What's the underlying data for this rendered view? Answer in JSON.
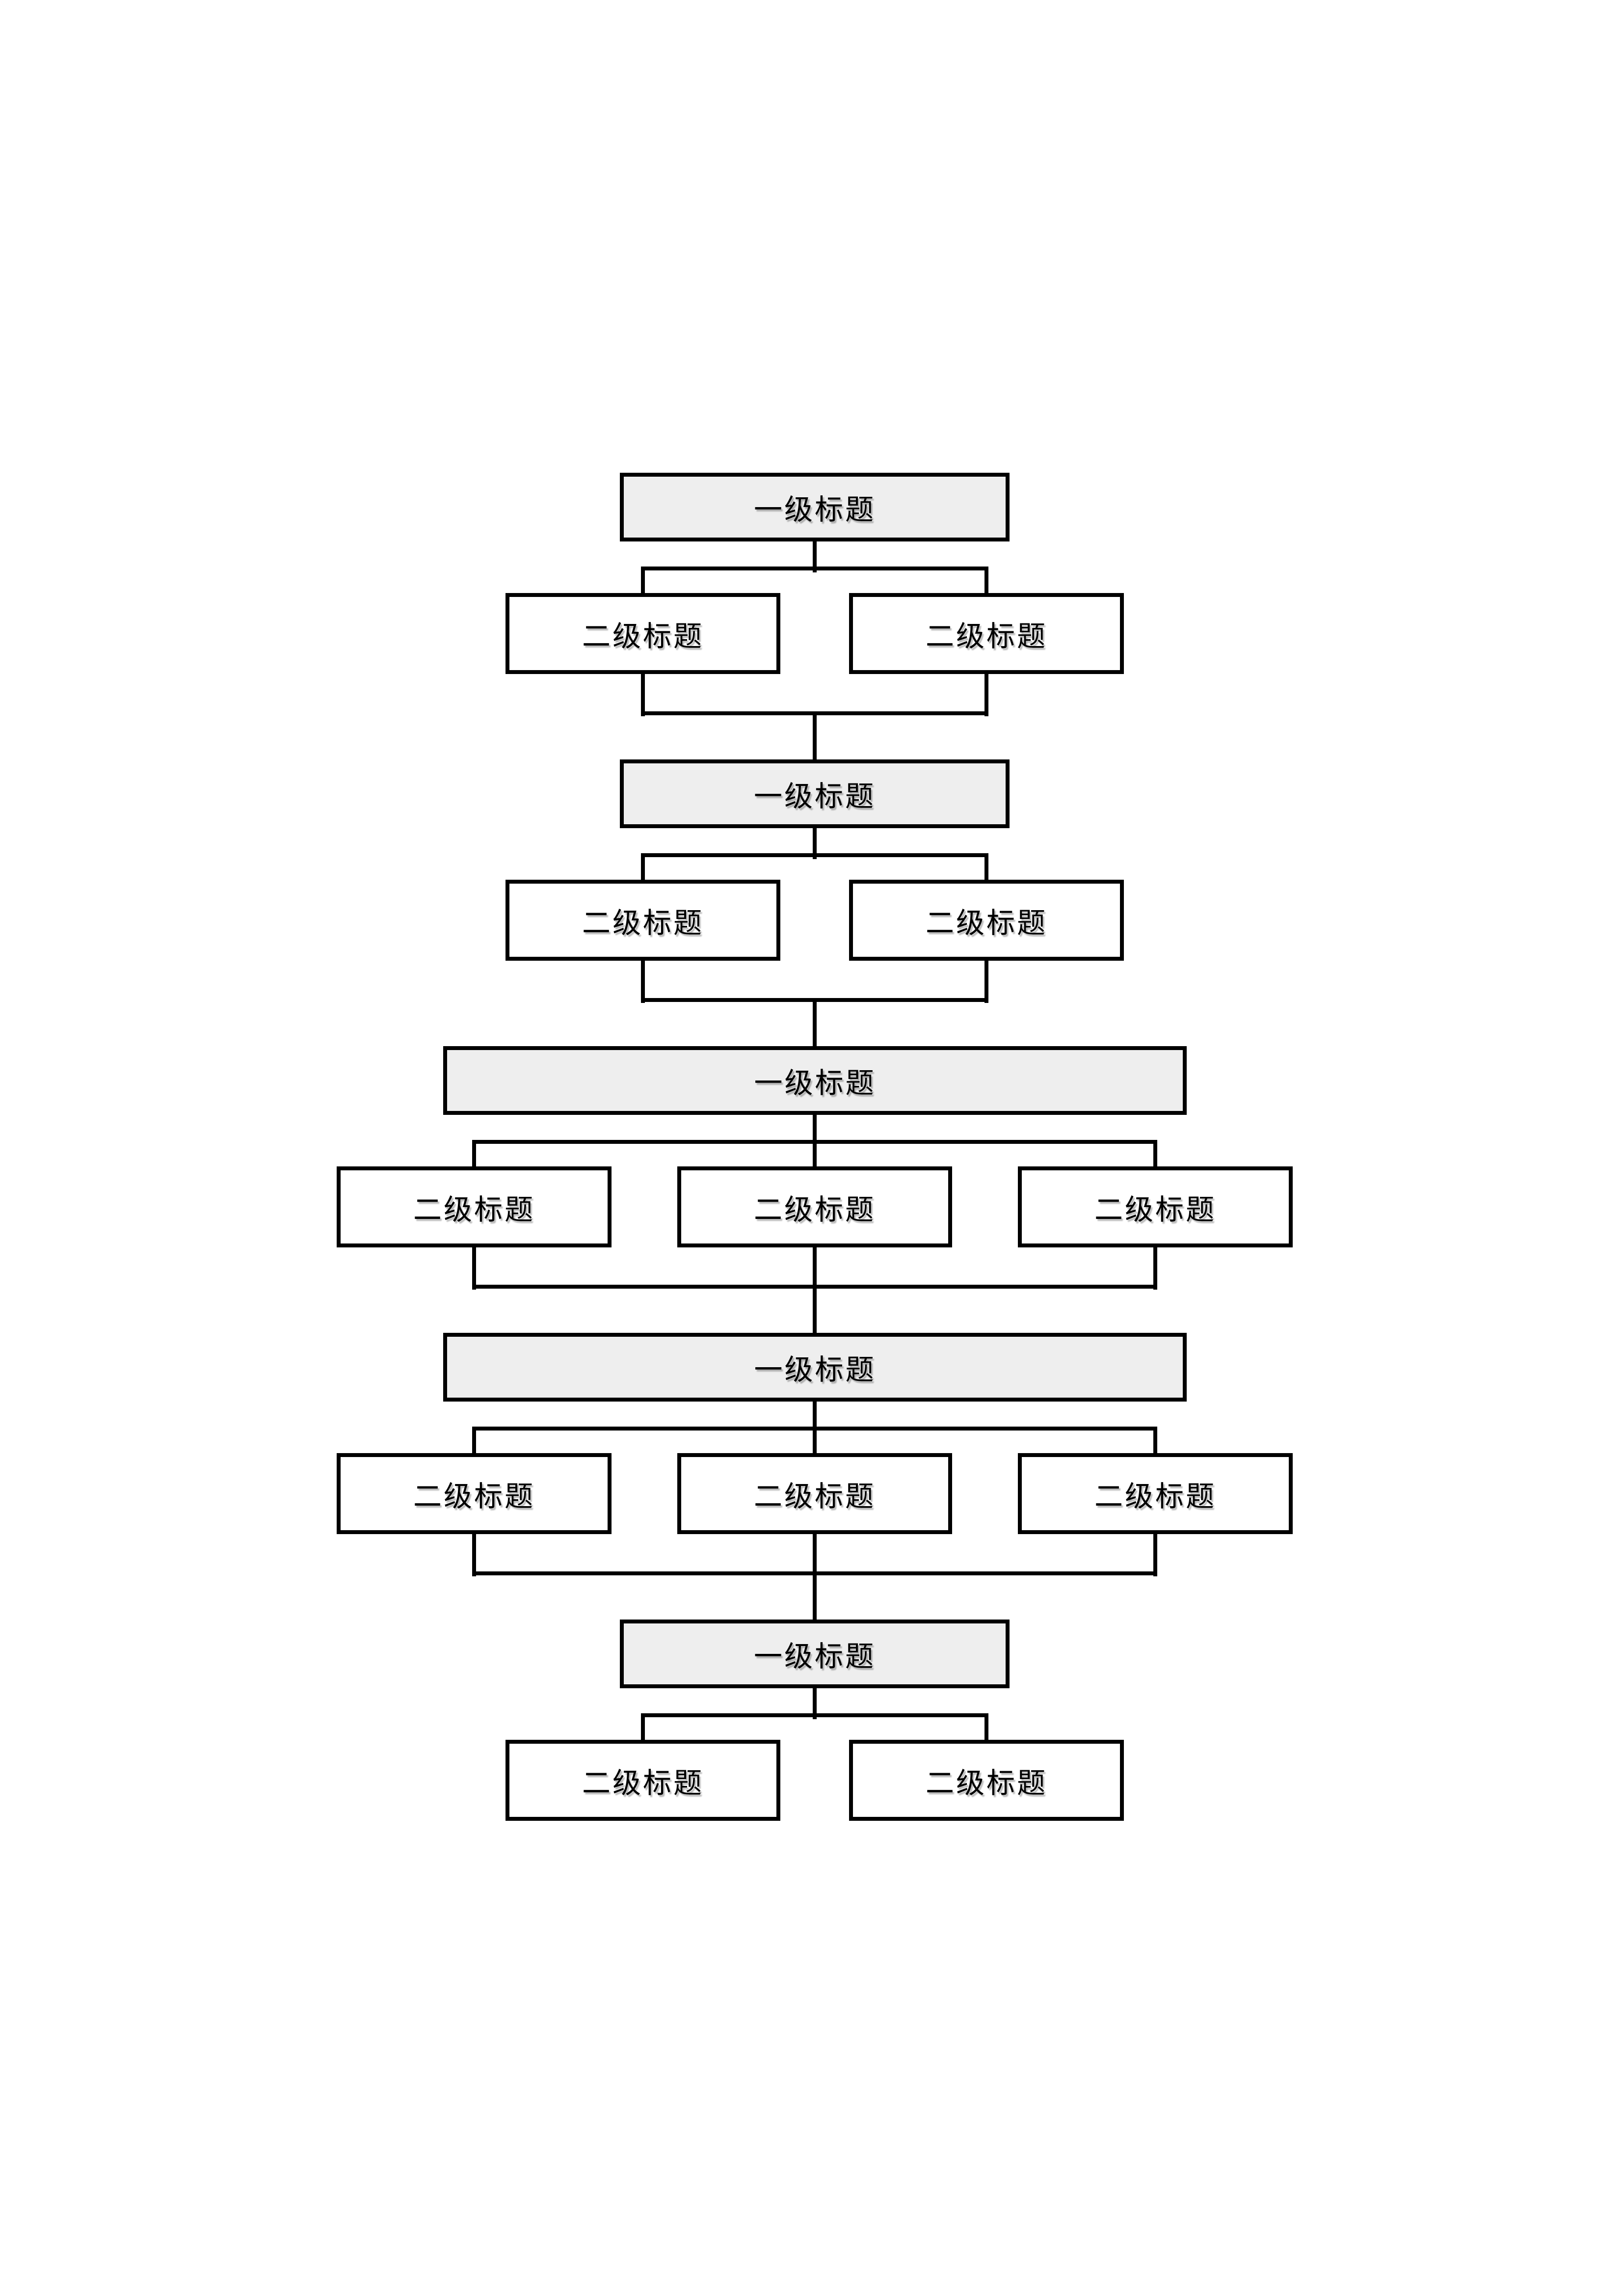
{
  "diagram": {
    "type": "org-flowchart",
    "description_labels": {
      "level1": "一级标题",
      "level2": "二级标题"
    },
    "groups": [
      {
        "heading": "一级标题",
        "heading_style": "narrow",
        "children": [
          "二级标题",
          "二级标题"
        ]
      },
      {
        "heading": "一级标题",
        "heading_style": "narrow",
        "children": [
          "二级标题",
          "二级标题"
        ]
      },
      {
        "heading": "一级标题",
        "heading_style": "wide",
        "children": [
          "二级标题",
          "二级标题",
          "二级标题"
        ]
      },
      {
        "heading": "一级标题",
        "heading_style": "wide",
        "children": [
          "二级标题",
          "二级标题",
          "二级标题"
        ]
      },
      {
        "heading": "一级标题",
        "heading_style": "narrow",
        "children": [
          "二级标题",
          "二级标题"
        ]
      }
    ],
    "colors": {
      "page_background": "#ffffff",
      "level1_fill": "#eeeeee",
      "level2_fill": "#ffffff",
      "border": "#000000",
      "line": "#000000"
    }
  }
}
